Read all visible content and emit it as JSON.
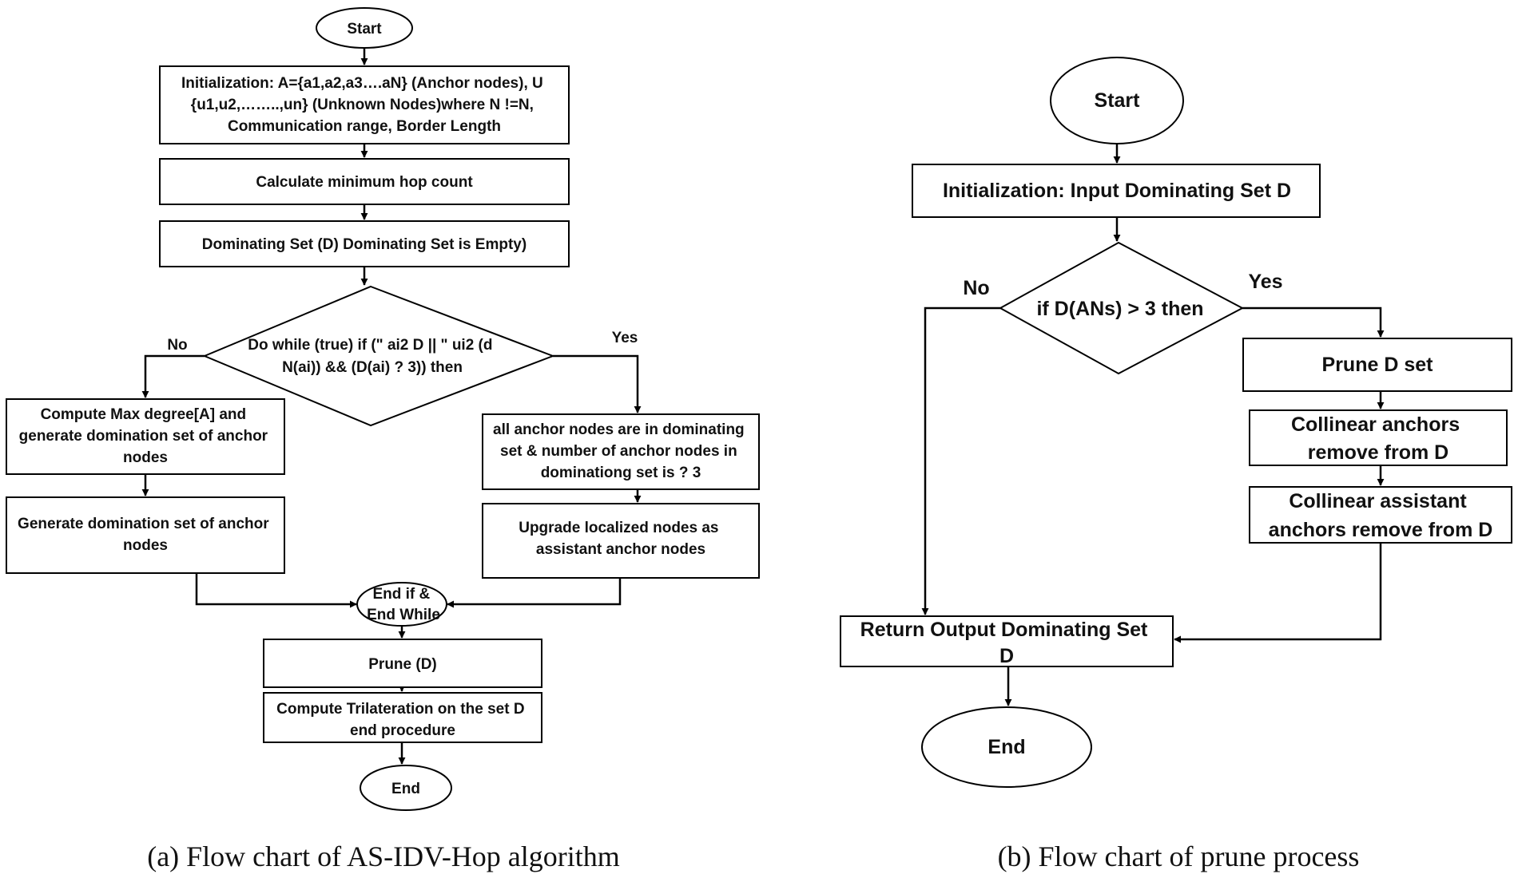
{
  "flow_a": {
    "start": "Start",
    "init": [
      "Initialization: A={a1,a2,a3….aN}  (Anchor nodes), U",
      "{u1,u2,……..,un} (Unknown Nodes)where N !=N,",
      "Communication range, Border Length"
    ],
    "hop": "Calculate minimum hop count",
    "dominating": "Dominating Set (D) Dominating Set is Empty)",
    "decision": [
      "Do while (true) if (\" ai2 D || \" ui2 (d",
      "N(ai)) && (D(ai) ? 3)) then"
    ],
    "no_label": "No",
    "yes_label": "Yes",
    "max_degree": [
      "Compute Max degree[A] and",
      "generate domination set of anchor",
      "nodes"
    ],
    "generate": [
      "Generate domination set of anchor",
      "nodes"
    ],
    "all_anchor": [
      "all anchor nodes are in dominating",
      "set & number of anchor nodes in",
      "dominationg set is ? 3"
    ],
    "upgrade": [
      "Upgrade localized nodes as",
      "assistant anchor nodes"
    ],
    "endif": [
      "End if &",
      "End While"
    ],
    "prune": "Prune (D)",
    "trilat": [
      "Compute Trilateration on the set D",
      "end procedure"
    ],
    "end": "End",
    "caption": "(a) Flow chart of AS-IDV-Hop algorithm"
  },
  "flow_b": {
    "start": "Start",
    "init": "Initialization: Input Dominating Set D",
    "decision": "if D(ANs) > 3 then",
    "no_label": "No",
    "yes_label": "Yes",
    "prune": "Prune D set",
    "collinear_anchors": [
      "Collinear anchors",
      "remove from D"
    ],
    "collinear_assistant": [
      "Collinear assistant",
      "anchors remove from D"
    ],
    "return": [
      "Return Output Dominating Set",
      "D"
    ],
    "end": "End",
    "caption": "(b) Flow chart of prune process"
  }
}
